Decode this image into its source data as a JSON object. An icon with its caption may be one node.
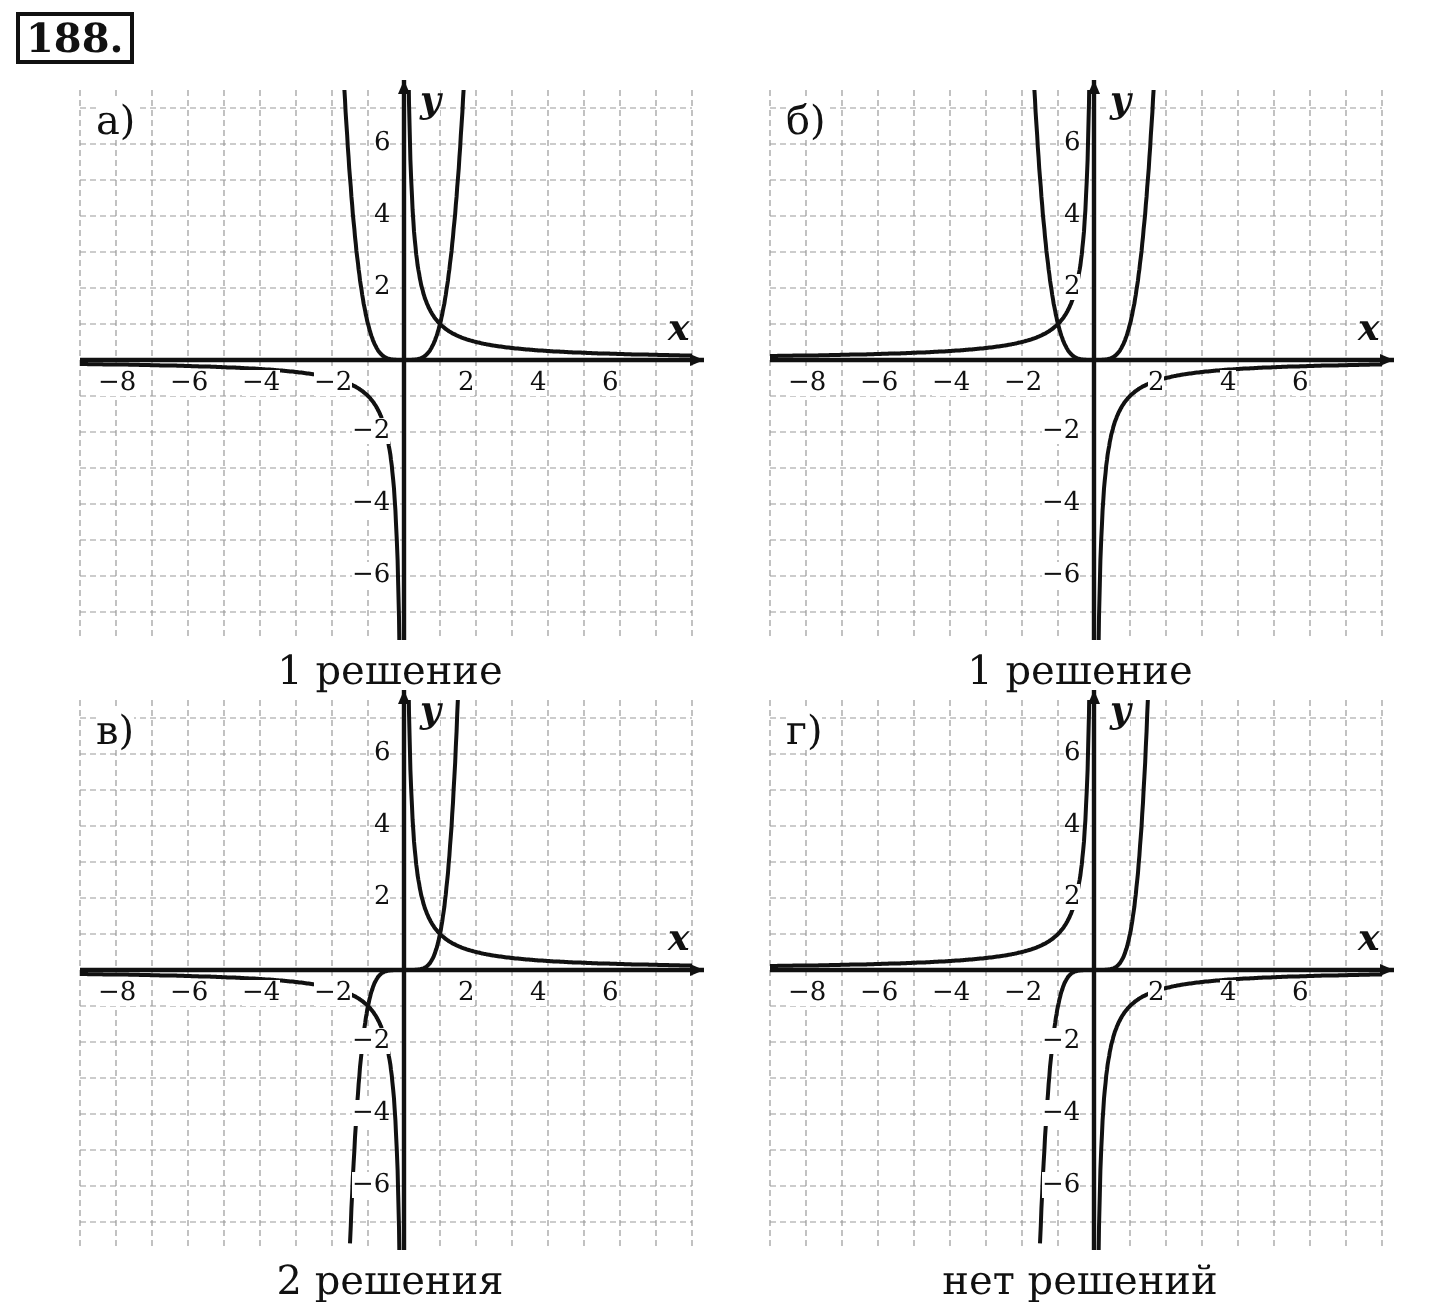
{
  "diagram": {
    "labels": [
      "188.",
      "а)",
      "y",
      "6",
      "4",
      "2",
      "x",
      "−8",
      "−6",
      "−4",
      "−2",
      "2",
      "4",
      "6",
      "−2",
      "−4",
      "−6",
      "1 решение",
      "б)",
      "y",
      "6",
      "4",
      "2",
      "x",
      "−8",
      "−6",
      "−4",
      "−2",
      "2",
      "4",
      "6",
      "−2",
      "−4",
      "−6",
      "1 решение",
      "в)",
      "y",
      "6",
      "4",
      "2",
      "x",
      "−8",
      "−6",
      "−4",
      "−2",
      "2",
      "4",
      "6",
      "−2",
      "−4",
      "−6",
      "2 решения",
      "г)",
      "y",
      "6",
      "4",
      "2",
      "x",
      "−8",
      "−6",
      "−4",
      "−2",
      "2",
      "4",
      "6",
      "−2",
      "−4",
      "−6",
      "нет решений"
    ]
  }
}
